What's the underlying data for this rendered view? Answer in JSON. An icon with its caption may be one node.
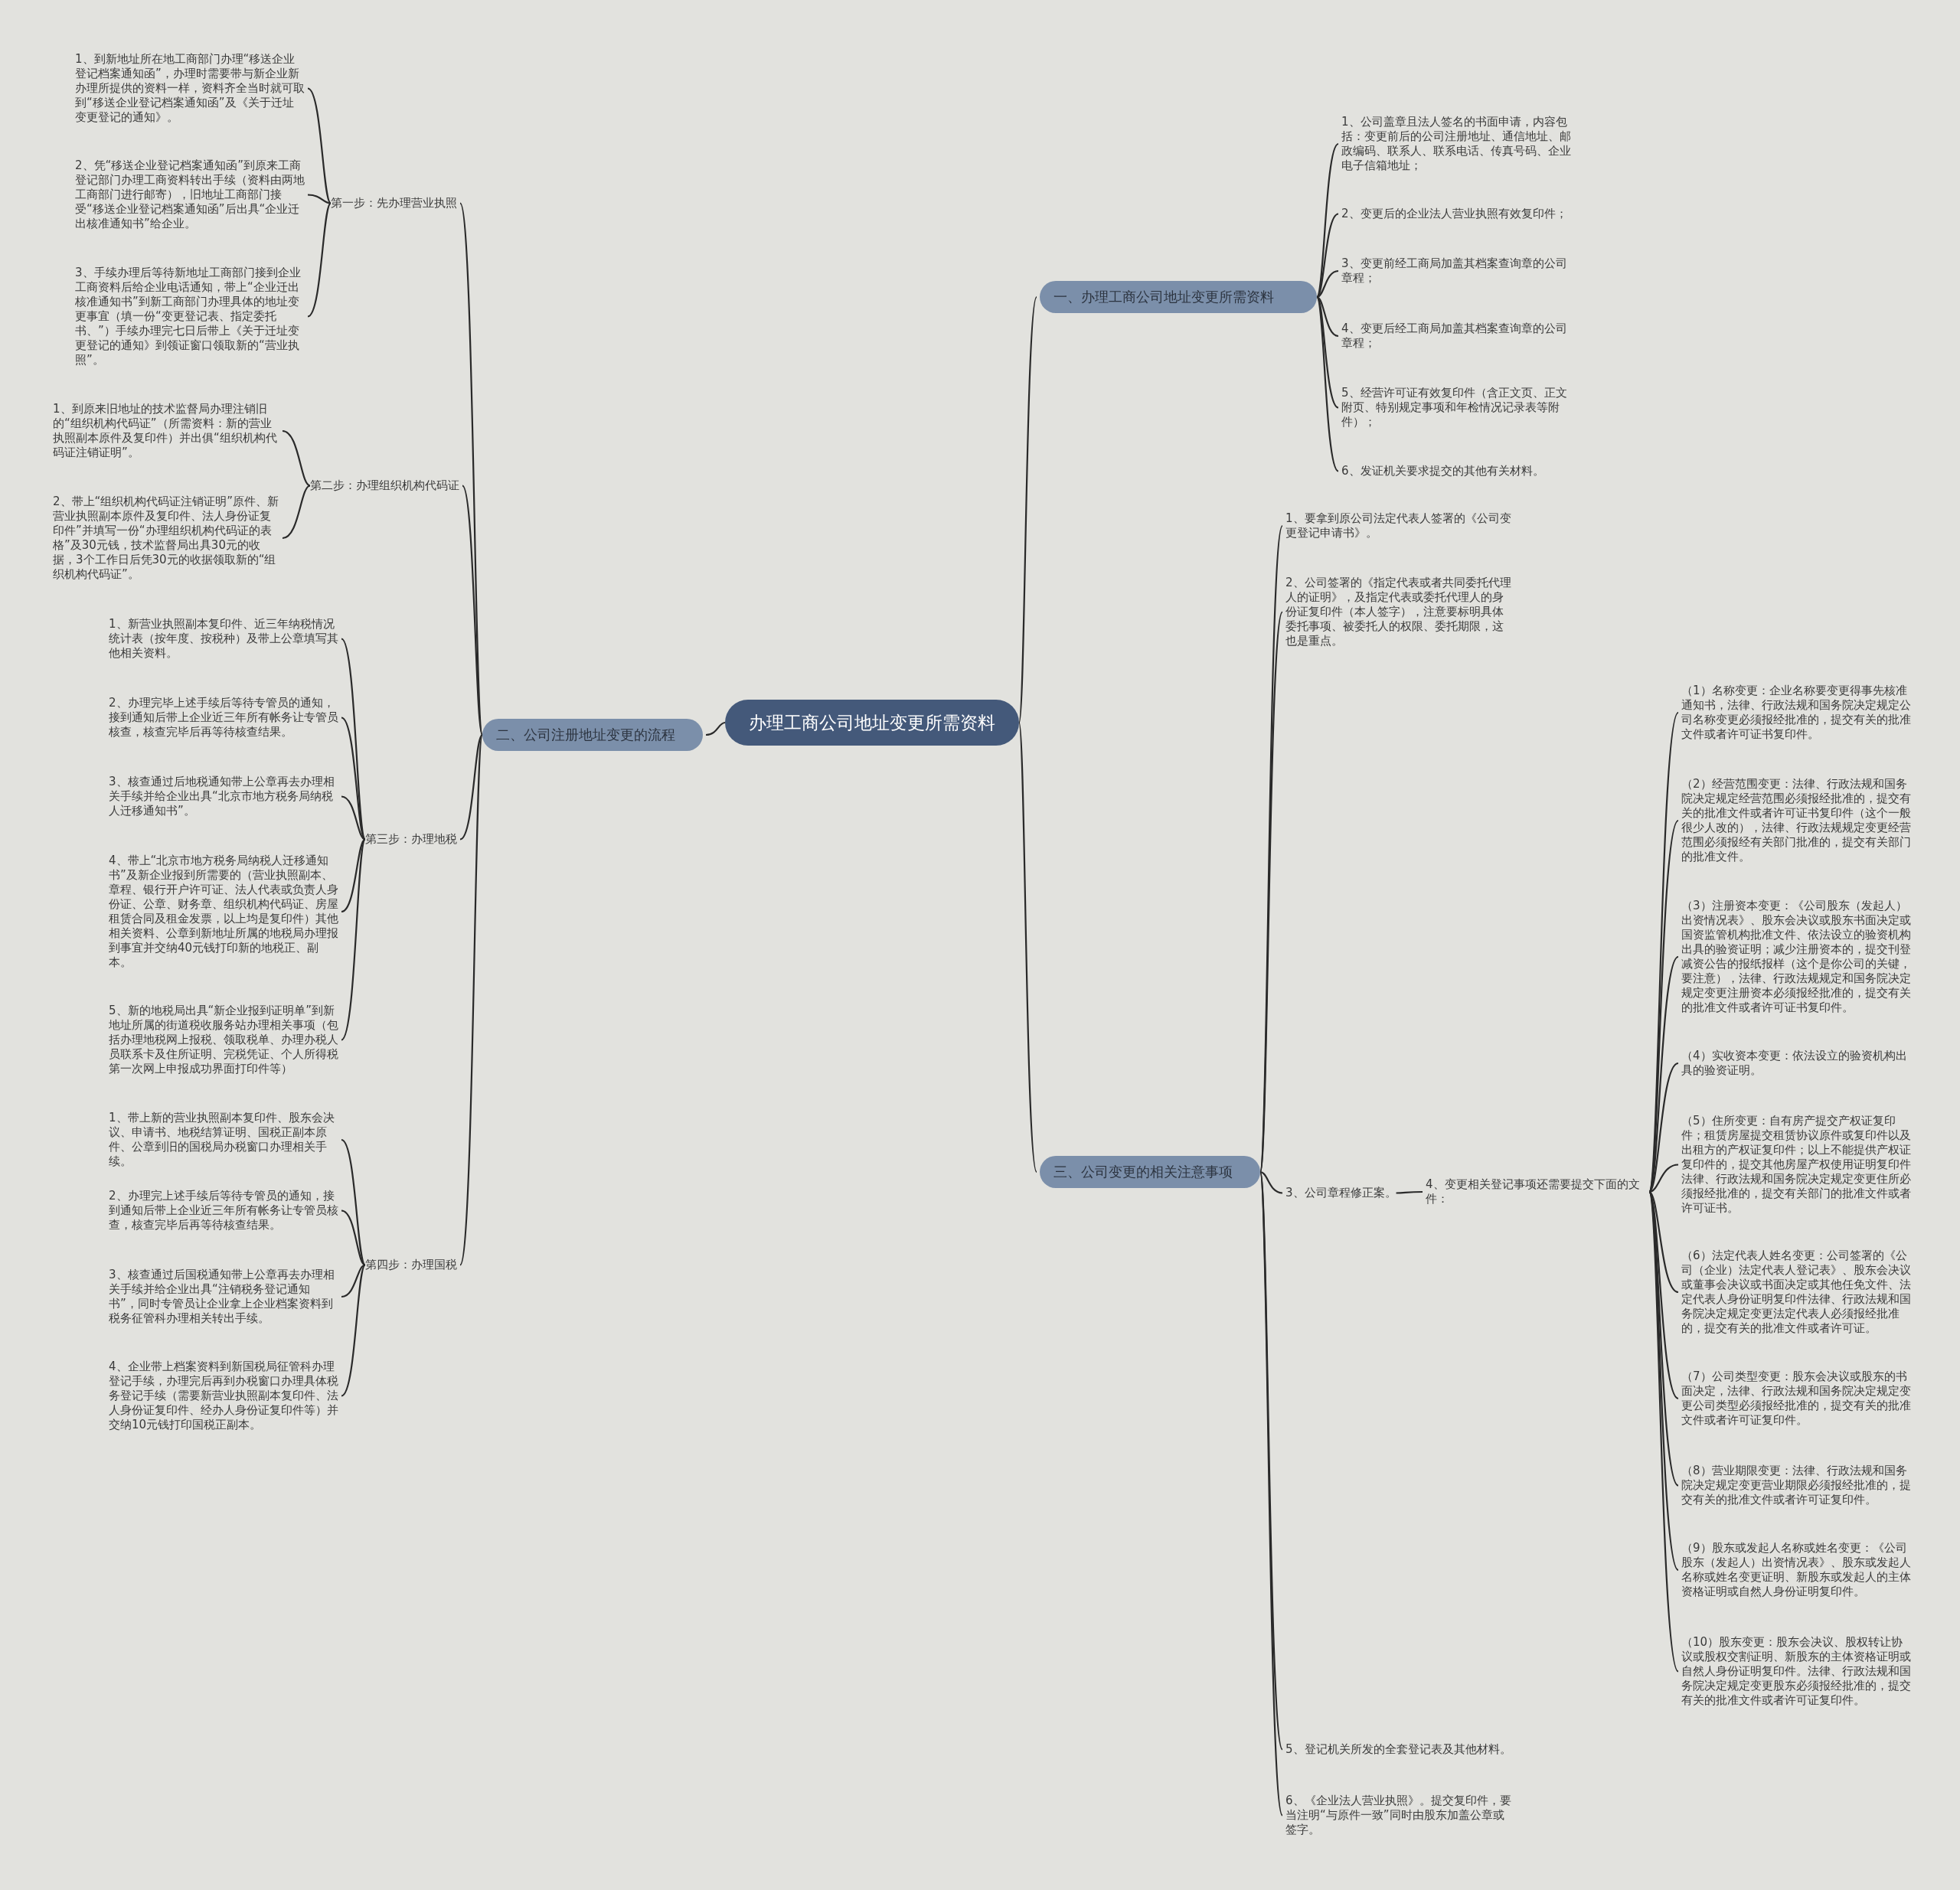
{
  "diagram": {
    "nodes": [
      {
        "text": [
          "办理工商公司地址变更所需资料"
        ]
      },
      {
        "text": [
          "一、办理工商公司地址变更所需资料"
        ]
      },
      {
        "text": [
          "1、公司盖章且法人签名的书面申请，内容包括：变更前后的公司注册地址、通信地址、邮政编码、联系人、联系电话、传真号码、企业电子信箱地址；"
        ]
      },
      {
        "text": [
          "2、变更后的企业法人营业执照有效复印件；"
        ]
      },
      {
        "text": [
          "3、变更前经工商局加盖其档案查询章的公司章程；"
        ]
      },
      {
        "text": [
          "4、变更后经工商局加盖其档案查询章的公司章程；"
        ]
      },
      {
        "text": [
          "5、经营许可证有效复印件（含正文页、正文附页、特别规定事项和年检情况记录表等附件）；"
        ]
      },
      {
        "text": [
          "6、发证机关要求提交的其他有关材料。"
        ]
      },
      {
        "text": [
          "二、公司注册地址变更的流程"
        ]
      },
      {
        "text": [
          "第一步：先办理营业执照"
        ]
      },
      {
        "text": [
          "1、到新地址所在地工商部门办理“移送企业登记档案通知函”，办理时需要带与新企业新办理所提供的资料一样，资料齐全当时就可取到“移送企业登记档案通知函”及《关于迁址变更登记的通知》。"
        ]
      },
      {
        "text": [
          "2、凭“移送企业登记档案通知函”到原来工商登记部门办理工商资料转出手续（资料由两地工商部门进行邮寄），旧地址工商部门接受“移送企业登记档案通知函”后出具“企业迁出核准通知书”给企业。"
        ]
      },
      {
        "text": [
          "3、手续办理后等待新地址工商部门接到企业工商资料后给企业电话通知，带上“企业迁出核准通知书”到新工商部门办理具体的地址变更事宜（填一份“变更登记表、指定委托书、”）手续办理完七日后带上《关于迁址变更登记的通知》到领证窗口领取新的“营业执照”。"
        ]
      },
      {
        "text": [
          "第二步：办理组织机构代码证"
        ]
      },
      {
        "text": [
          "1、到原来旧地址的技术监督局办理注销旧的“组织机构代码证”（所需资料：新的营业执照副本原件及复印件）并出俱“组织机构代码证注销证明”。"
        ]
      },
      {
        "text": [
          "2、带上“组织机构代码证注销证明”原件、新营业执照副本原件及复印件、法人身份证复印件”并填写一份“办理组织机构代码证的表格”及30元钱，技术监督局出具30元的收据，3个工作日后凭30元的收据领取新的“组织机构代码证”。"
        ]
      },
      {
        "text": [
          "第三步：办理地税"
        ]
      },
      {
        "text": [
          "1、新营业执照副本复印件、近三年纳税情况统计表（按年度、按税种）及带上公章填写其他相关资料。"
        ]
      },
      {
        "text": [
          "2、办理完毕上述手续后等待专管员的通知，接到通知后带上企业近三年所有帐务让专管员核查，核查完毕后再等待核查结果。"
        ]
      },
      {
        "text": [
          "3、核查通过后地税通知带上公章再去办理相关手续并给企业出具“北京市地方税务局纳税人迁移通知书”。"
        ]
      },
      {
        "text": [
          "4、带上“北京市地方税务局纳税人迁移通知书”及新企业报到所需要的（营业执照副本、章程、银行开户许可证、法人代表或负责人身份证、公章、财务章、组织机构代码证、房屋租赁合同及租金发票，以上均是复印件）其他相关资料、公章到新地址所属的地税局办理报到事宜并交纳40元钱打印新的地税正、副本。"
        ]
      },
      {
        "text": [
          "5、新的地税局出具“新企业报到证明单”到新地址所属的街道税收服务站办理相关事项（包括办理地税网上报税、领取税单、办理办税人员联系卡及住所证明、完税凭证、个人所得税第一次网上申报成功界面打印件等）"
        ]
      },
      {
        "text": [
          "第四步：办理国税"
        ]
      },
      {
        "text": [
          "1、带上新的营业执照副本复印件、股东会决议、申请书、地税结算证明、国税正副本原件、公章到旧的国税局办税窗口办理相关手续。"
        ]
      },
      {
        "text": [
          "2、办理完上述手续后等待专管员的通知，接到通知后带上企业近三年所有帐务让专管员核查，核查完毕后再等待核查结果。"
        ]
      },
      {
        "text": [
          "3、核查通过后国税通知带上公章再去办理相关手续并给企业出具“注销税务登记通知书”，同时专管员让企业拿上企业档案资料到税务征管科办理相关转出手续。"
        ]
      },
      {
        "text": [
          "4、企业带上档案资料到新国税局征管科办理登记手续，办理完后再到办税窗口办理具体税务登记手续（需要新营业执照副本复印件、法人身份证复印件、经办人身份证复印件等）并交纳10元钱打印国税正副本。"
        ]
      },
      {
        "text": [
          "三、公司变更的相关注意事项"
        ]
      },
      {
        "text": [
          "1、要拿到原公司法定代表人签署的《公司变更登记申请书》。"
        ]
      },
      {
        "text": [
          "2、公司签署的《指定代表或者共同委托代理人的证明》，及指定代表或委托代理人的身份证复印件（本人签字），注意要标明具体委托事项、被委托人的权限、委托期限，这也是重点。"
        ]
      },
      {
        "text": [
          "3、公司章程修正案。"
        ]
      },
      {
        "text": [
          "4、变更相关登记事项还需要提交下面的文件："
        ]
      },
      {
        "text": [
          "（1）名称变更：企业名称要变更得事先核准通知书，法律、行政法规和国务院决定规定公司名称变更必须报经批准的，提交有关的批准文件或者许可证书复印件。"
        ]
      },
      {
        "text": [
          "（2）经营范围变更：法律、行政法规和国务院决定规定经营范围必须报经批准的，提交有关的批准文件或者许可证书复印件（这个一般很少人改的），法律、行政法规规定变更经营范围必须报经有关部门批准的，提交有关部门的批准文件。"
        ]
      },
      {
        "text": [
          "（3）注册资本变更：《公司股东（发起人）出资情况表》、股东会决议或股东书面决定或国资监管机构批准文件、依法设立的验资机构出具的验资证明；减少注册资本的，提交刊登减资公告的报纸报样（这个是你公司的关键，要注意），法律、行政法规规定和国务院决定规定变更注册资本必须报经批准的，提交有关的批准文件或者许可证书复印件。"
        ]
      },
      {
        "text": [
          "（4）实收资本变更：依法设立的验资机构出具的验资证明。"
        ]
      },
      {
        "text": [
          "（5）住所变更：自有房产提交产权证复印件；租赁房屋提交租赁协议原件或复印件以及出租方的产权证复印件；以上不能提供产权证复印件的，提交其他房屋产权使用证明复印件法律、行政法规和国务院决定规定变更住所必须报经批准的，提交有关部门的批准文件或者许可证书。"
        ]
      },
      {
        "text": [
          "（6）法定代表人姓名变更：公司签署的《公司（企业）法定代表人登记表》、股东会决议或董事会决议或书面决定或其他任免文件、法定代表人身份证明复印件法律、行政法规和国务院决定规定变更法定代表人必须报经批准的，提交有关的批准文件或者许可证。"
        ]
      },
      {
        "text": [
          "（7）公司类型变更：股东会决议或股东的书面决定，法律、行政法规和国务院决定规定变更公司类型必须报经批准的，提交有关的批准文件或者许可证复印件。"
        ]
      },
      {
        "text": [
          "（8）营业期限变更：法律、行政法规和国务院决定规定变更营业期限必须报经批准的，提交有关的批准文件或者许可证复印件。"
        ]
      },
      {
        "text": [
          "（9）股东或发起人名称或姓名变更：《公司股东（发起人）出资情况表》、股东或发起人名称或姓名变更证明、新股东或发起人的主体资格证明或自然人身份证明复印件。"
        ]
      },
      {
        "text": [
          "（10）股东变更：股东会决议、股权转让协议或股权交割证明、新股东的主体资格证明或自然人身份证明复印件。法律、行政法规和国务院决定规定变更股东必须报经批准的，提交有关的批准文件或者许可证复印件。"
        ]
      },
      {
        "text": [
          "5、登记机关所发的全套登记表及其他材料。"
        ]
      },
      {
        "text": [
          "6、《企业法人营业执照》。提交复印件，要当注明“与原件一致”同时由股东加盖公章或签字。"
        ]
      }
    ],
    "edges": [
      {
        "from": 0,
        "to": 1,
        "arrow": "none"
      },
      {
        "from": 1,
        "to": 2,
        "arrow": "none"
      },
      {
        "from": 1,
        "to": 3,
        "arrow": "none"
      },
      {
        "from": 1,
        "to": 4,
        "arrow": "none"
      },
      {
        "from": 1,
        "to": 5,
        "arrow": "none"
      },
      {
        "from": 1,
        "to": 6,
        "arrow": "none"
      },
      {
        "from": 1,
        "to": 7,
        "arrow": "none"
      },
      {
        "from": 0,
        "to": 8,
        "arrow": "none"
      },
      {
        "from": 8,
        "to": 9,
        "arrow": "none"
      },
      {
        "from": 9,
        "to": 10,
        "arrow": "none"
      },
      {
        "from": 9,
        "to": 11,
        "arrow": "none"
      },
      {
        "from": 9,
        "to": 12,
        "arrow": "none"
      },
      {
        "from": 8,
        "to": 13,
        "arrow": "none"
      },
      {
        "from": 13,
        "to": 14,
        "arrow": "none"
      },
      {
        "from": 13,
        "to": 15,
        "arrow": "none"
      },
      {
        "from": 8,
        "to": 16,
        "arrow": "none"
      },
      {
        "from": 16,
        "to": 17,
        "arrow": "none"
      },
      {
        "from": 16,
        "to": 18,
        "arrow": "none"
      },
      {
        "from": 16,
        "to": 19,
        "arrow": "none"
      },
      {
        "from": 16,
        "to": 20,
        "arrow": "none"
      },
      {
        "from": 16,
        "to": 21,
        "arrow": "none"
      },
      {
        "from": 8,
        "to": 22,
        "arrow": "none"
      },
      {
        "from": 22,
        "to": 23,
        "arrow": "none"
      },
      {
        "from": 22,
        "to": 24,
        "arrow": "none"
      },
      {
        "from": 22,
        "to": 25,
        "arrow": "none"
      },
      {
        "from": 22,
        "to": 26,
        "arrow": "none"
      },
      {
        "from": 0,
        "to": 27,
        "arrow": "none"
      },
      {
        "from": 27,
        "to": 28,
        "arrow": "none"
      },
      {
        "from": 27,
        "to": 29,
        "arrow": "none"
      },
      {
        "from": 27,
        "to": 30,
        "arrow": "none"
      },
      {
        "from": 30,
        "to": 31,
        "arrow": "none"
      },
      {
        "from": 31,
        "to": 32,
        "arrow": "none"
      },
      {
        "from": 31,
        "to": 33,
        "arrow": "none"
      },
      {
        "from": 31,
        "to": 34,
        "arrow": "none"
      },
      {
        "from": 31,
        "to": 35,
        "arrow": "none"
      },
      {
        "from": 31,
        "to": 36,
        "arrow": "none"
      },
      {
        "from": 31,
        "to": 37,
        "arrow": "none"
      },
      {
        "from": 31,
        "to": 38,
        "arrow": "none"
      },
      {
        "from": 31,
        "to": 39,
        "arrow": "none"
      },
      {
        "from": 31,
        "to": 40,
        "arrow": "none"
      },
      {
        "from": 31,
        "to": 41,
        "arrow": "none"
      },
      {
        "from": 27,
        "to": 42,
        "arrow": "none"
      },
      {
        "from": 27,
        "to": 43,
        "arrow": "none"
      }
    ]
  }
}
